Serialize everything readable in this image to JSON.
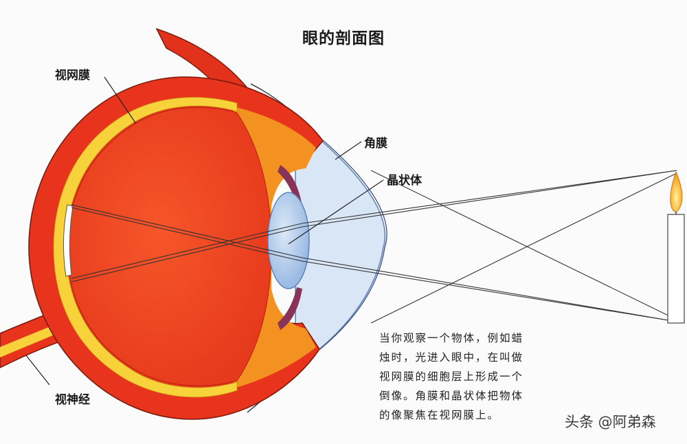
{
  "title": "眼的剖面图",
  "labels": {
    "retina": "视网膜",
    "cornea": "角膜",
    "lens": "晶状体",
    "optic_nerve": "视神经"
  },
  "caption_lines": [
    "当你观察一个物体，例如蜡",
    "烛时，光进入眼中，在叫做",
    "视网膜的细胞层上形成一个",
    "倒像。角膜和晶状体把物体",
    "的像聚焦在视网膜上。"
  ],
  "watermark": "头条 @阿弟森",
  "colors": {
    "sclera": "#e8341c",
    "eyeball_inner": "#f04a24",
    "retina_band": "#f7d23a",
    "iris": "#8a3358",
    "lens": "#bcd3ee",
    "cornea": "#d8e6f6",
    "candle_flame": "#f5a416"
  }
}
